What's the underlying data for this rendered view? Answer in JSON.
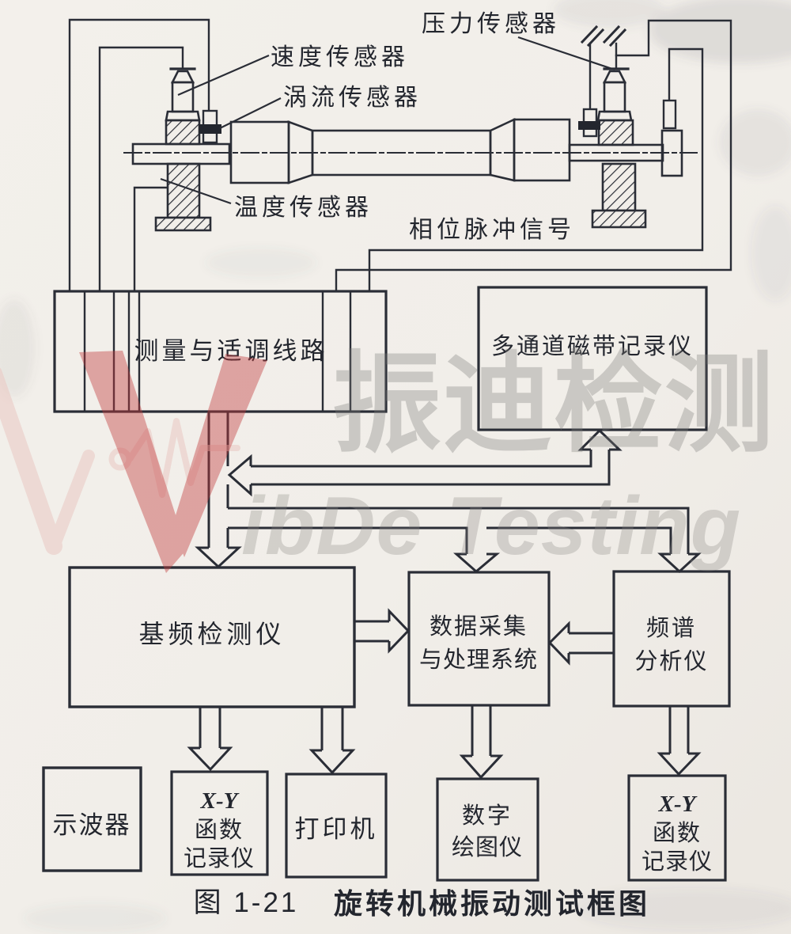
{
  "figure": {
    "number": "图 1-21",
    "title": "旋转机械振动测试框图"
  },
  "sensor_labels": {
    "speed": "速度传感器",
    "eddy": "涡流传感器",
    "pressure": "压力传感器",
    "temperature": "温度传感器",
    "phase_signal": "相位脉冲信号"
  },
  "boxes": {
    "conditioning": {
      "label": "测量与适调线路"
    },
    "tape_recorder": {
      "label": "多通道磁带记录仪"
    },
    "fundamental": {
      "label": "基频检测仪"
    },
    "daq": {
      "line1": "数据采集",
      "line2": "与处理系统"
    },
    "spectrum": {
      "line1": "频谱",
      "line2": "分析仪"
    },
    "oscilloscope": {
      "label": "示波器"
    },
    "xy_recorder_left": {
      "line1": "X-Y",
      "line2": "函数",
      "line3": "记录仪"
    },
    "printer": {
      "label": "打印机"
    },
    "digital_plotter": {
      "line1": "数字",
      "line2": "绘图仪"
    },
    "xy_recorder_right": {
      "line1": "X-Y",
      "line2": "函数",
      "line3": "记录仪"
    }
  },
  "watermark": {
    "cjk": "振迪检测",
    "latin": "ibDe Testing",
    "red": "#c23a3b",
    "gray": "#8a8885"
  },
  "colors": {
    "paper": "#f1eee9",
    "ink": "#2a2d36"
  }
}
